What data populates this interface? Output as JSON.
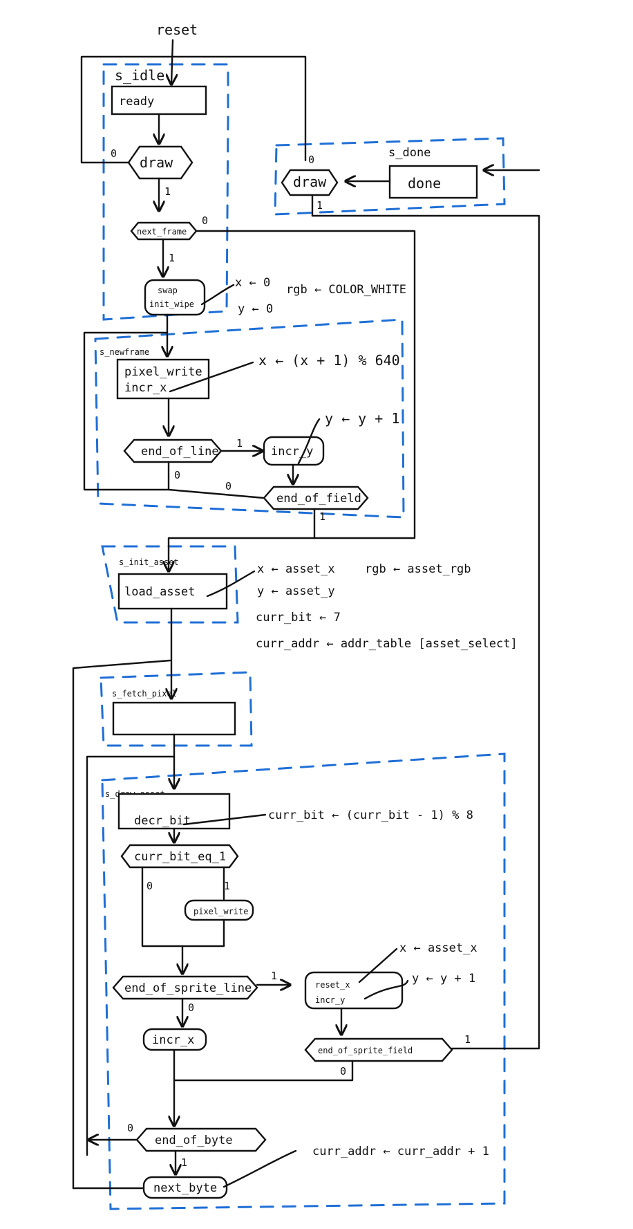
{
  "diagram": {
    "reset_label": "reset",
    "states": {
      "s_idle": "s_idle",
      "s_done": "s_done",
      "s_newframe": "s_newframe",
      "s_init_asset": "s_init_asset",
      "s_fetch_pixel": "s_fetch_pixel",
      "s_draw_asset": "s_draw_asset"
    },
    "boxes": {
      "ready": "ready",
      "done": "done",
      "swap": "swap",
      "init_wipe": "init_wipe",
      "pixel_write": "pixel_write",
      "incr_x_1": "incr_x",
      "incr_y_1": "incr_y",
      "load_asset": "load_asset",
      "decr_bit": "decr_bit",
      "pixel_write_2": "pixel_write",
      "incr_x_2": "incr_x",
      "reset_x": "reset_x",
      "incr_y_2": "incr_y",
      "next_byte": "next_byte"
    },
    "decisions": {
      "draw_1": "draw",
      "draw_2": "draw",
      "next_frame": "next_frame",
      "end_of_line": "end_of_line",
      "end_of_field": "end_of_field",
      "curr_bit_eq_1": "curr_bit_eq_1",
      "end_of_sprite_line": "end_of_sprite_line",
      "end_of_sprite_field": "end_of_sprite_field",
      "end_of_byte": "end_of_byte"
    },
    "bits": {
      "zero": "0",
      "one": "1"
    },
    "annotations": {
      "x_zero": "x ← 0",
      "y_zero": "y ← 0",
      "rgb_white": "rgb ← COLOR_WHITE",
      "x_wrap": "x ← (x + 1) % 640",
      "y_incr": "y ← y + 1",
      "x_asset": "x ← asset_x",
      "y_asset": "y ← asset_y",
      "rgb_asset": "rgb ← asset_rgb",
      "curr_bit_7": "curr_bit ← 7",
      "curr_addr_table": "curr_addr ← addr_table [asset_select]",
      "curr_bit_decr": "curr_bit ← (curr_bit - 1) % 8",
      "x_asset_2": "x ← asset_x",
      "y_incr_2": "y ← y + 1",
      "curr_addr_incr": "curr_addr ← curr_addr + 1"
    }
  }
}
